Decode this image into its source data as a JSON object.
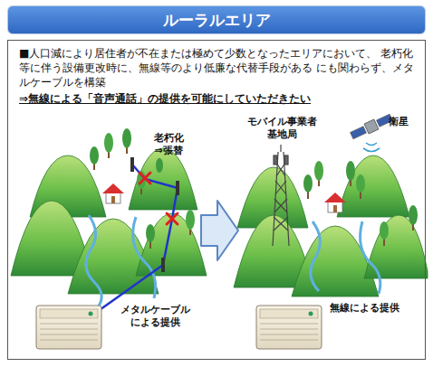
{
  "diagram": {
    "title": "ルーラルエリア",
    "nodes": [
      {
        "text": [
          "■人口減により居住者が不在または極めて少数となったエリアにおいて、 老朽化等に伴う設備更改時に、無線等のより低廉な代替手段がある にも関わらず、メタルケーブルを構築",
          "⇒無線による「音声通話」の提供を可能にしていただきたい"
        ]
      }
    ],
    "labels": [
      "老朽化 ⇒張替",
      "メタルケーブル による提供",
      "モバイル事業者 基地局",
      "衛星",
      "無線による提供"
    ]
  }
}
